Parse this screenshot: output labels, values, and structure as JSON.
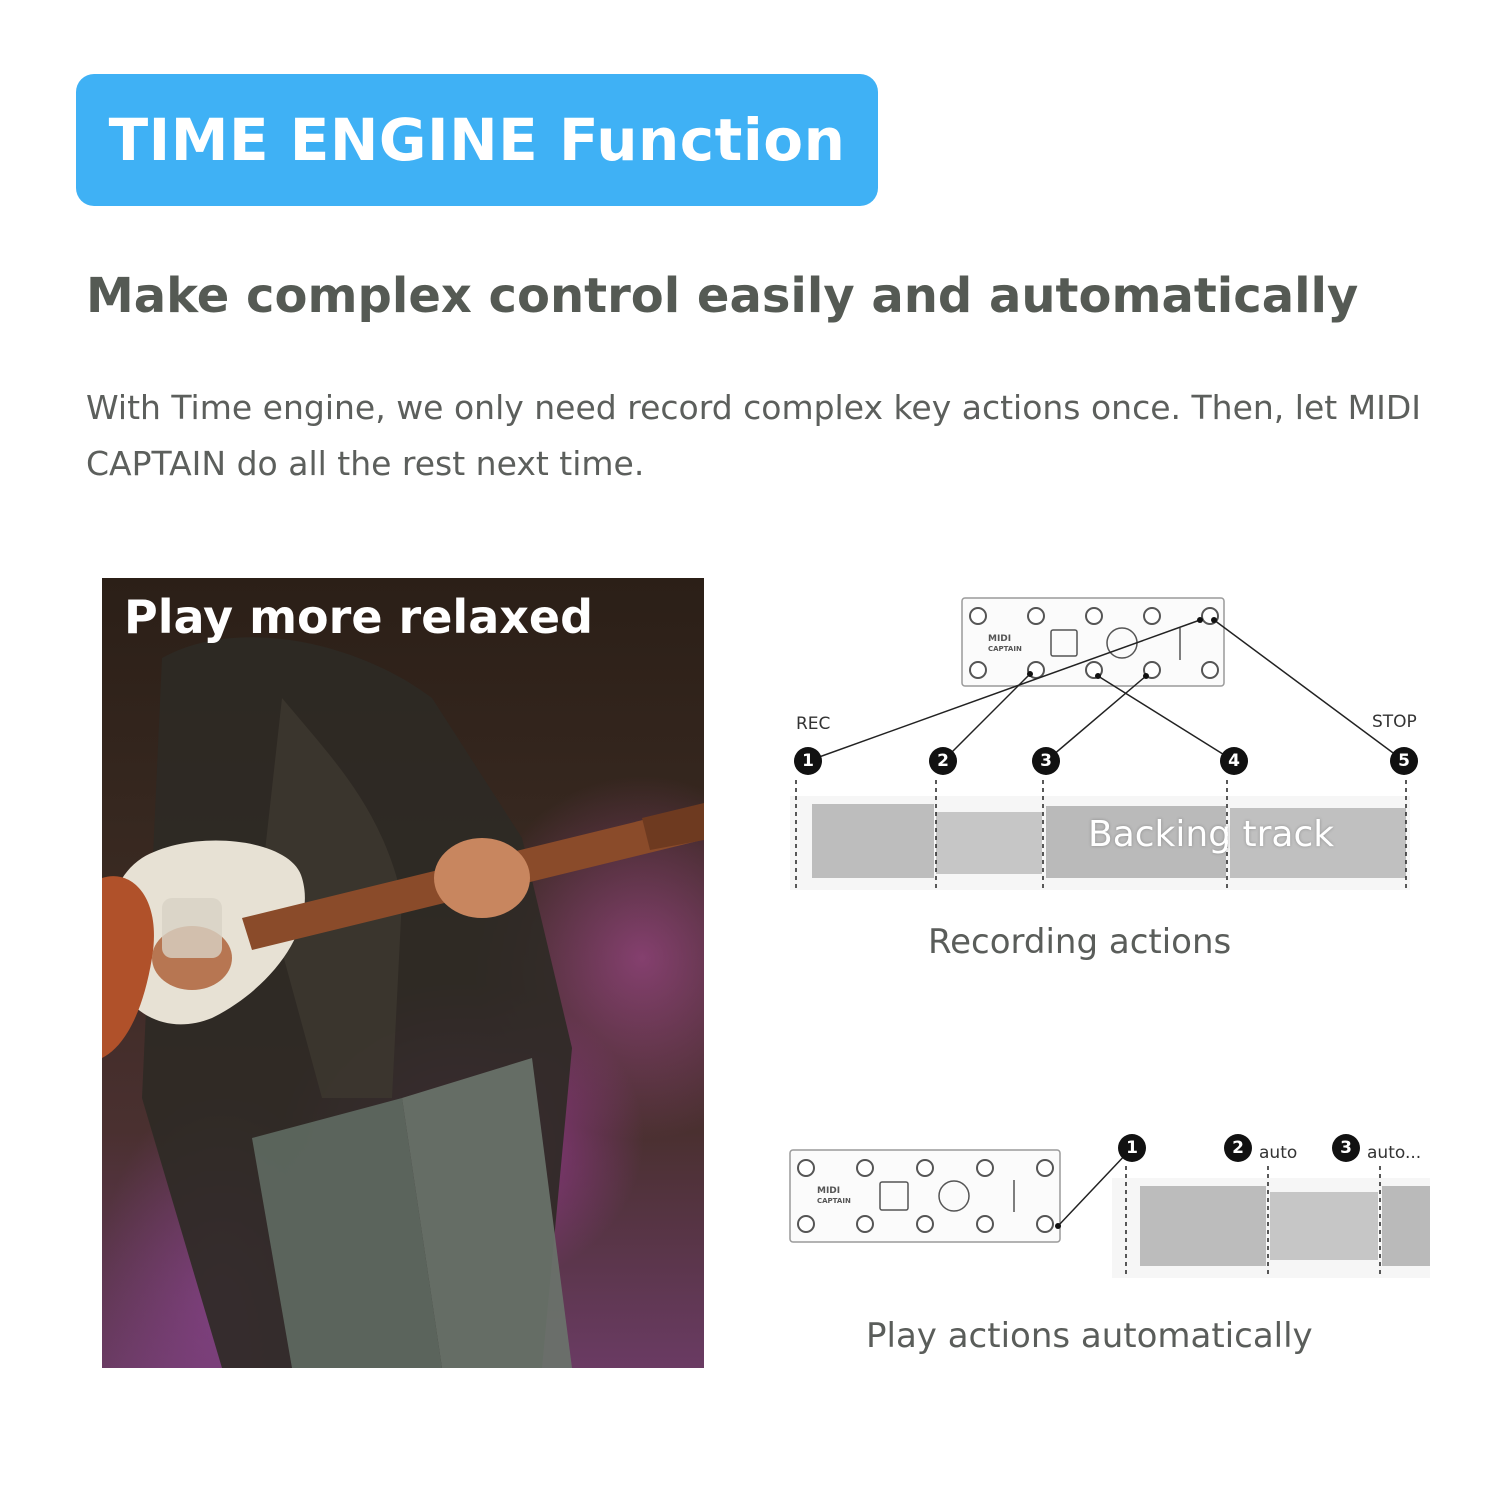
{
  "banner": {
    "title": "TIME ENGINE Function",
    "bg_color": "#3fb1f5"
  },
  "subtitle": "Make complex control easily and automatically",
  "description": "With Time engine, we only need record complex key actions once. Then, let MIDI CAPTAIN do all the rest next time.",
  "photo": {
    "caption": "Play more relaxed"
  },
  "recording": {
    "device_brand": "MIDI",
    "device_model": "CAPTAIN",
    "rec_label": "REC",
    "stop_label": "STOP",
    "steps": [
      "1",
      "2",
      "3",
      "4",
      "5"
    ],
    "track_label": "Backing track",
    "caption": "Recording actions"
  },
  "playback": {
    "device_brand": "MIDI",
    "device_model": "CAPTAIN",
    "steps": [
      "1",
      "2",
      "3"
    ],
    "auto_label_2": "auto",
    "auto_label_3": "auto...",
    "caption": "Play actions automatically"
  }
}
